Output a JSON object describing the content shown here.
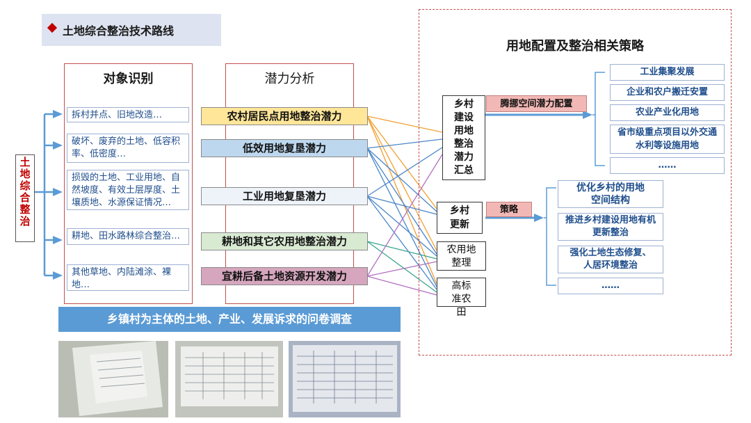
{
  "title": "土地综合整治技术路线",
  "side_label": "土地综合整治",
  "columns": {
    "object": "对象识别",
    "potential": "潜力分析"
  },
  "objects": [
    "拆村并点、旧地改造…",
    "破坏、废弃的土地、低容积率、低密度…",
    "损毁的土地、工业用地、自然坡度、有效土层厚度、土壤质地、水源保证情况…",
    "耕地、田水路林综合整治…",
    "其他草地、内陆滩涂、裸地…"
  ],
  "potentials": [
    {
      "label": "农村居民点用地整治潜力",
      "color": "#ffe699"
    },
    {
      "label": "低效用地复垦潜力",
      "color": "#bdd7ee"
    },
    {
      "label": "工业用地复垦潜力",
      "color": "#eef3fa"
    },
    {
      "label": "耕地和其它农用地整治潜力",
      "color": "#d9ead3"
    },
    {
      "label": "宜耕后备土地资源开发潜力",
      "color": "#d5a6bd"
    }
  ],
  "survey": "乡镇村为主体的土地、产业、发展诉求的问卷调查",
  "right": {
    "title": "用地配置及整治相关策略",
    "summary": "乡村建设用地整治潜力汇总",
    "renew": "乡村更新",
    "farm": "农用地整理",
    "hsfarm": "高标准农田",
    "move_label": "腾挪空间潜力配置",
    "strategy_label": "策略",
    "alloc": [
      "工业集聚发展",
      "企业和农户搬迁安置",
      "农业产业化用地",
      "省市级重点项目以外交通水利等设施用地",
      "……"
    ],
    "strategies": [
      "优化乡村的用地空间结构",
      "推进乡村建设用地有机更新整治",
      "强化土地生态修复、人居环境整治",
      "……"
    ]
  },
  "colors": {
    "line_orange": "#f0a030",
    "line_blue": "#4a86c8",
    "line_teal": "#3aa58e",
    "line_purple": "#b070c0",
    "line_pink": "#e060a0",
    "accent_red": "#c00000",
    "arrow_blue": "#5b9bd5"
  }
}
